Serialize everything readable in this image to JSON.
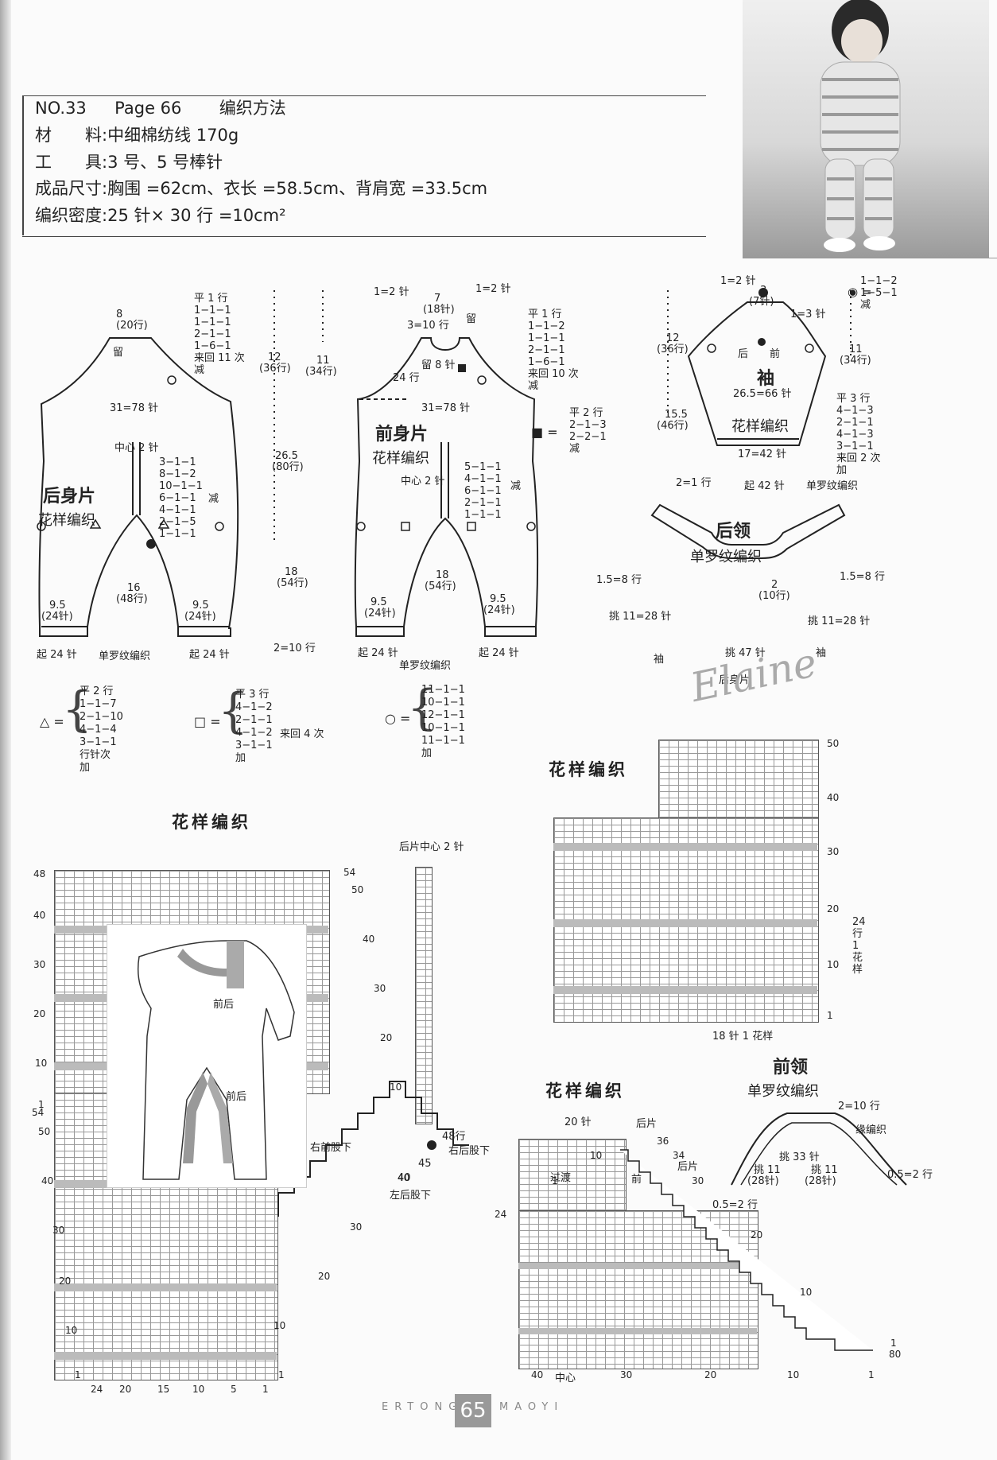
{
  "header": {
    "no_line": "NO.33",
    "page_line": "Page 66",
    "method": "编织方法",
    "material_label": "材　　料:",
    "material": "中细棉纺线 170g",
    "tool_label": "工　　具:",
    "tool": "3 号、5 号棒针",
    "size_label": "成品尺寸:",
    "size": "胸围 =62cm、衣长 =58.5cm、背肩宽 =33.5cm",
    "gauge_label": "编织密度:",
    "gauge": "25 针× 30 行 =10cm²"
  },
  "back_piece": {
    "title": "后身片",
    "pattern": "花样编织",
    "top_width": "8",
    "top_rows": "(20行)",
    "leave": "留",
    "dec_rule": [
      "平 1 行",
      "1−1−1",
      "1−1−1",
      "2−1−1",
      "1−6−1",
      "来回 11 次",
      "减"
    ],
    "chest": "31=78 针",
    "center": "中心 2 针",
    "center_dec": [
      "3−1−1",
      "8−1−2",
      "10−1−1",
      "6−1−1",
      "4−1−1",
      "2−1−5",
      "1−1−1"
    ],
    "dec": "减",
    "crotch": "16",
    "crotch_rows": "(48行)",
    "leg_left": "9.5",
    "leg_left_st": "(24针)",
    "leg_right": "9.5",
    "leg_right_st": "(24针)",
    "cast_left": "起 24 针",
    "rib": "单罗纹编织",
    "cast_right": "起 24 针"
  },
  "measure": {
    "a": "12",
    "a_rows": "(36行)",
    "b": "11",
    "b_rows": "(34行)",
    "c": "26.5",
    "c_rows": "(80行)",
    "d": "18",
    "d_rows": "(54行)",
    "e": "2=10 行"
  },
  "front_piece": {
    "title": "前身片",
    "pattern": "花样编织",
    "top1": "1=2 针",
    "top_mid": "7",
    "top_mid_st": "(18针)",
    "top2": "1=2 针",
    "top_rows": "3=10 行",
    "leave": "留",
    "leave8": "留 8 针",
    "rows24": "24 行",
    "dec_rule": [
      "平 1 行",
      "1−1−2",
      "1−1−1",
      "2−1−1",
      "1−6−1",
      "来回 10 次",
      "减"
    ],
    "chest": "31=78 针",
    "center": "中心 2 针",
    "center_dec": [
      "5−1−1",
      "4−1−1",
      "6−1−1",
      "2−1−1",
      "1−1−1"
    ],
    "dec": "减",
    "crotch": "18",
    "crotch_rows": "(54行)",
    "leg_left": "9.5",
    "leg_left_st": "(24针)",
    "leg_right": "9.5",
    "leg_right_st": "(24针)",
    "cast_left": "起 24 针",
    "rib": "单罗纹编织",
    "cast_right": "起 24 针",
    "square_rule": [
      "平 2 行",
      "2−1−3",
      "2−2−1",
      "减"
    ]
  },
  "sleeve": {
    "title": "袖",
    "pattern": "花样编织",
    "top1": "1=2 针",
    "top_mid": "3",
    "top_mid_st": "(7针)",
    "top2": "1=3 针",
    "back": "后",
    "front": "前",
    "left_h": "12",
    "left_h_rows": "(36行)",
    "right_h": "11",
    "right_h_rows": "(34行)",
    "width": "26.5=66 针",
    "side": "15.5",
    "side_rows": "(46行)",
    "cuff": "17=42 针",
    "bottom": "2=1 行",
    "cast": "起 42 针",
    "rib": "单罗纹编织",
    "sym_rule": [
      "1−1−2",
      "1−5−1",
      "减"
    ],
    "inc_rule": [
      "平 3 行",
      "4−1−3",
      "2−1−1",
      "4−1−3",
      "3−1−1",
      "来回 2 次",
      "加"
    ]
  },
  "back_collar": {
    "title": "后领",
    "sub": "单罗纹编织",
    "left_edge": "1.5=8 行",
    "right_edge": "1.5=8 行",
    "mid": "2",
    "mid_rows": "(10行)",
    "pick_left": "挑 11=28 针",
    "pick_right": "挑 11=28 针",
    "pick_back": "挑 47 针",
    "sleeve_l": "袖",
    "sleeve_r": "袖",
    "back_body": "后身片",
    "watermark": "Elaine"
  },
  "legends": {
    "triangle": [
      "平 2 行",
      "1−1−7",
      "2−1−10",
      "4−1−4",
      "3−1−1",
      "行针次",
      "加"
    ],
    "square": [
      "平 3 行",
      "4−1−2",
      "2−1−1",
      "4−1−2",
      "3−1−1",
      "加"
    ],
    "square_note": "来回 4 次",
    "circle": [
      "11−1−1",
      "10−1−1",
      "12−1−1",
      "10−1−1",
      "11−1−1",
      "加"
    ]
  },
  "chart_main": {
    "title": "花样编织",
    "center_label": "后片中心 2 针",
    "left_rows": [
      "48",
      "40",
      "30",
      "20",
      "10",
      "1",
      "54",
      "50",
      "40",
      "30",
      "20",
      "10",
      "1"
    ],
    "right_rows": [
      "54",
      "50",
      "40",
      "30",
      "20",
      "10",
      "1",
      "10",
      "20",
      "30",
      "40"
    ],
    "bottom_cols": [
      "24",
      "20",
      "15",
      "10",
      "5",
      "1"
    ],
    "inset_front_back": "前后",
    "inset_front_back2": "前后",
    "label_right_front": "右前股下",
    "label_left_back": "左后股下",
    "label_right_back": "右后股下",
    "label_48": "48行",
    "label_45": "45",
    "label_40": "40"
  },
  "chart_sleeve": {
    "title": "花样编织",
    "rows": [
      "50",
      "40",
      "30",
      "20",
      "10",
      "1"
    ],
    "repeat_rows": "24行1花样",
    "repeat_st": "18 针 1 花样"
  },
  "front_collar": {
    "title": "前领",
    "sub": "单罗纹编织",
    "top": "2=10 行",
    "edge": "缘编织",
    "pick_l": "挑 11",
    "pick_l_st": "(28针)",
    "pick_c": "挑 33 针",
    "pick_r": "挑 11",
    "pick_r_st": "(28针)",
    "l_rows": "0.5=2 行",
    "r_rows": "0.5=2 行"
  },
  "chart_front": {
    "title": "花样编织",
    "top": "20 针",
    "back": "后片",
    "back2": "后片",
    "transition": "过渡",
    "front": "前",
    "center": "中心",
    "rows": [
      "36",
      "34",
      "30",
      "20",
      "10",
      "1",
      "80"
    ],
    "left_rows": [
      "10",
      "1",
      "24"
    ],
    "cols": [
      "40",
      "30",
      "20",
      "10",
      "1"
    ]
  },
  "footer": {
    "left": "ERTONG",
    "page": "65",
    "right": "MAOYI"
  }
}
